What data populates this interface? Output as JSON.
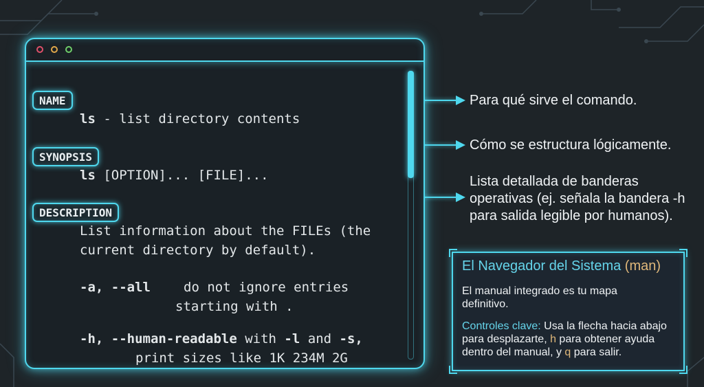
{
  "window": {
    "title_bar_buttons": [
      "close-dot",
      "minimize-dot",
      "maximize-dot"
    ]
  },
  "man_page": {
    "name_heading": "NAME",
    "name_cmd": "ls",
    "name_desc": " - list directory contents",
    "synopsis_heading": "SYNOPSIS",
    "synopsis_cmd": "ls",
    "synopsis_args": " [OPTION]... [FILE]...",
    "description_heading": "DESCRIPTION",
    "description_line1": "List information about the FILEs (the",
    "description_line2": "current directory by default).",
    "opt_a_flag": "-a, --all",
    "opt_a_text1": "do not ignore entries",
    "opt_a_text2": "starting with .",
    "opt_h_flag": "-h, --human-readable",
    "opt_h_with": " with ",
    "opt_h_l": "-l",
    "opt_h_and": " and ",
    "opt_h_s": "-s,",
    "opt_h_text2": "print sizes like 1K 234M 2G"
  },
  "annotations": {
    "name_note": "Para qué sirve el comando.",
    "synopsis_note": "Cómo se estructura lógicamente.",
    "description_note_line1": "Lista detallada de banderas",
    "description_note_line2": "operativas (ej. señala la bandera -h",
    "description_note_line3": "para salida legible por humanos)."
  },
  "info_box": {
    "title": "El Navegador del Sistema",
    "title_paren_open": " (",
    "title_cmd": "man",
    "title_paren_close": ")",
    "body_line1": "El manual integrado es tu mapa",
    "body_line2": "definitivo.",
    "controls_label": "Controles clave:",
    "controls_line1_rest": " Usa la flecha hacia abajo",
    "controls_line2_a": "para desplazarte, ",
    "controls_key_h": "h",
    "controls_line2_b": " para obtener ayuda",
    "controls_line3_a": "dentro del manual, y ",
    "controls_key_q": "q",
    "controls_line3_b": " para salir."
  },
  "colors": {
    "background": "#1e2428",
    "neon_cyan": "#4fd8ee",
    "accent_text": "#65d4ea",
    "key_highlight": "#e0b87a",
    "close_dot": "#e0506a",
    "minimize_dot": "#e0a84a",
    "maximize_dot": "#6fce6a"
  }
}
